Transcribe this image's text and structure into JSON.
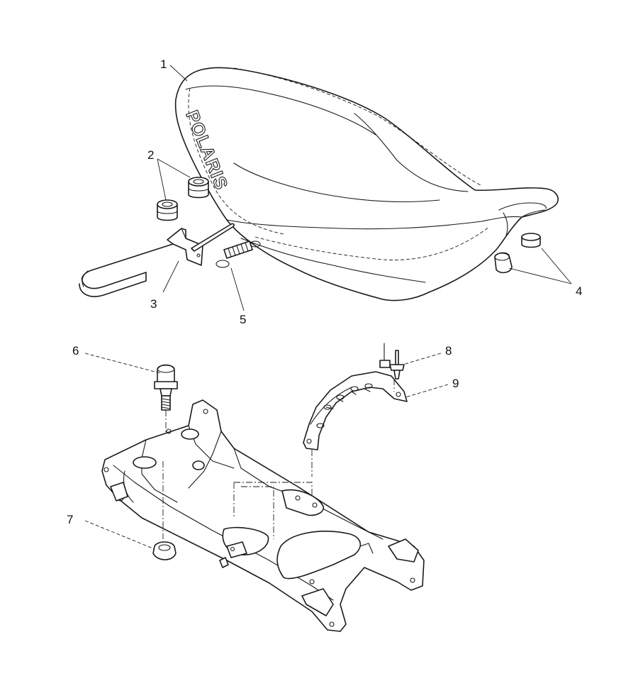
{
  "brand_text": "POLARIS",
  "callouts": {
    "c1": "1",
    "c2": "2",
    "c3": "3",
    "c4": "4",
    "c5": "5",
    "c6": "6",
    "c7": "7",
    "c8": "8",
    "c9": "9"
  },
  "colors": {
    "line": "#1a1a1a",
    "background": "#ffffff"
  }
}
